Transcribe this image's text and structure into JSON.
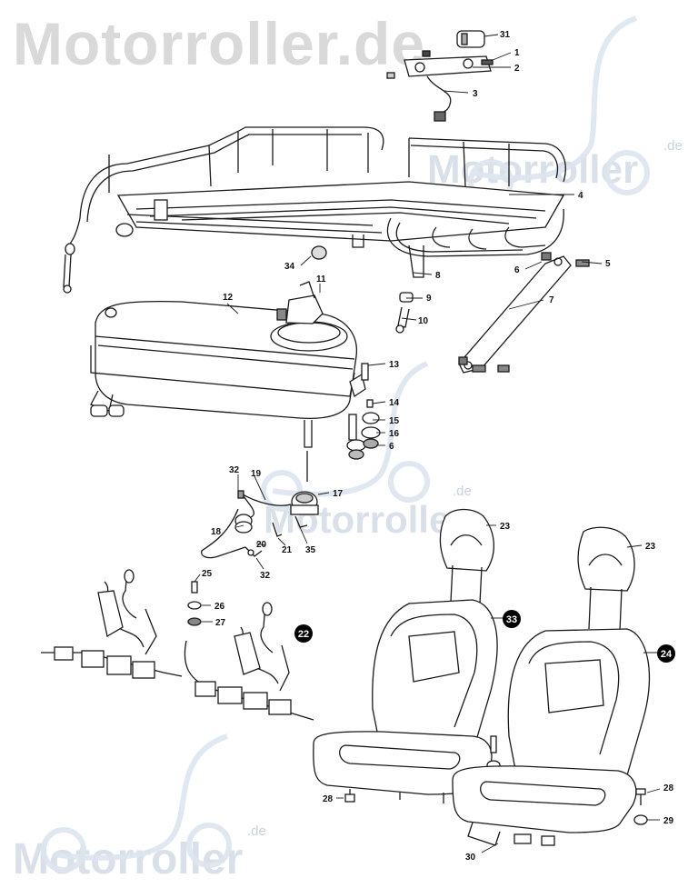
{
  "watermark": {
    "top": "Motorroller.de",
    "brand": "Motorroller",
    "suffix": ".de"
  },
  "labels": {
    "p1": "1",
    "p2": "2",
    "p3": "3",
    "p4": "4",
    "p5": "5",
    "p6": "6",
    "p6b": "6",
    "p7": "7",
    "p8": "8",
    "p9": "9",
    "p10": "10",
    "p11": "11",
    "p12": "12",
    "p13": "13",
    "p14": "14",
    "p15": "15",
    "p16": "16",
    "p17": "17",
    "p18": "18",
    "p19": "19",
    "p20": "20",
    "p21": "21",
    "p22": "22",
    "p23a": "23",
    "p23b": "23",
    "p24": "24",
    "p25": "25",
    "p26": "26",
    "p27": "27",
    "p28a": "28",
    "p28b": "28",
    "p29": "29",
    "p30": "30",
    "p31": "31",
    "p32a": "32",
    "p32b": "32",
    "p33": "33",
    "p34": "34",
    "p35": "35"
  },
  "colors": {
    "line": "#1a1a1a",
    "watermark": "#d3dbe6",
    "badge": "#000000"
  }
}
